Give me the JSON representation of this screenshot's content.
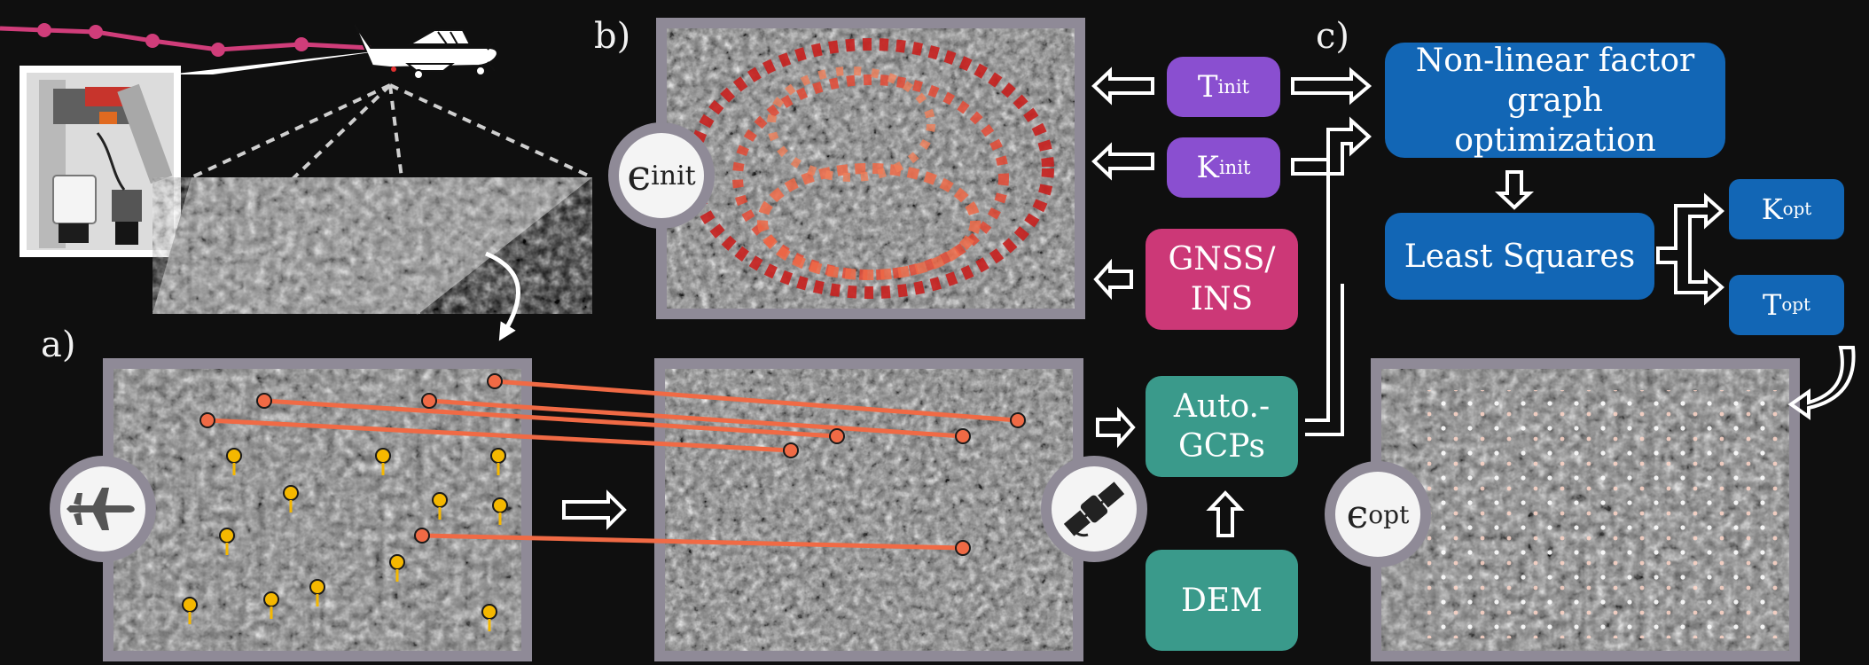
{
  "panel_labels": {
    "a": "a)",
    "b": "b)",
    "c": "c)"
  },
  "boxes": {
    "t_init": {
      "main": "T",
      "sub": "init"
    },
    "k_init": {
      "main": "K",
      "sub": "init"
    },
    "gnss": {
      "line1": "GNSS/",
      "line2": "INS"
    },
    "auto_gcps": {
      "line1": "Auto.-",
      "line2": "GCPs"
    },
    "dem": {
      "label": "DEM"
    },
    "factor_graph": {
      "line1": "Non-linear factor graph",
      "line2": "optimization"
    },
    "least_squares": {
      "label": "Least Squares"
    },
    "k_opt": {
      "main": "K",
      "sub": "opt"
    },
    "t_opt": {
      "main": "T",
      "sub": "opt"
    }
  },
  "error_badges": {
    "init": {
      "symbol": "ϵ",
      "sub": "init"
    },
    "opt": {
      "symbol": "ϵ",
      "sub": "opt"
    }
  },
  "colors": {
    "purple": "#8a4fd0",
    "pink": "#cc3877",
    "teal": "#3a9a8b",
    "blue": "#1266b5",
    "match_line": "#f06a45",
    "gcp_pin": "#f5b800",
    "frame": "#8f8a97"
  }
}
